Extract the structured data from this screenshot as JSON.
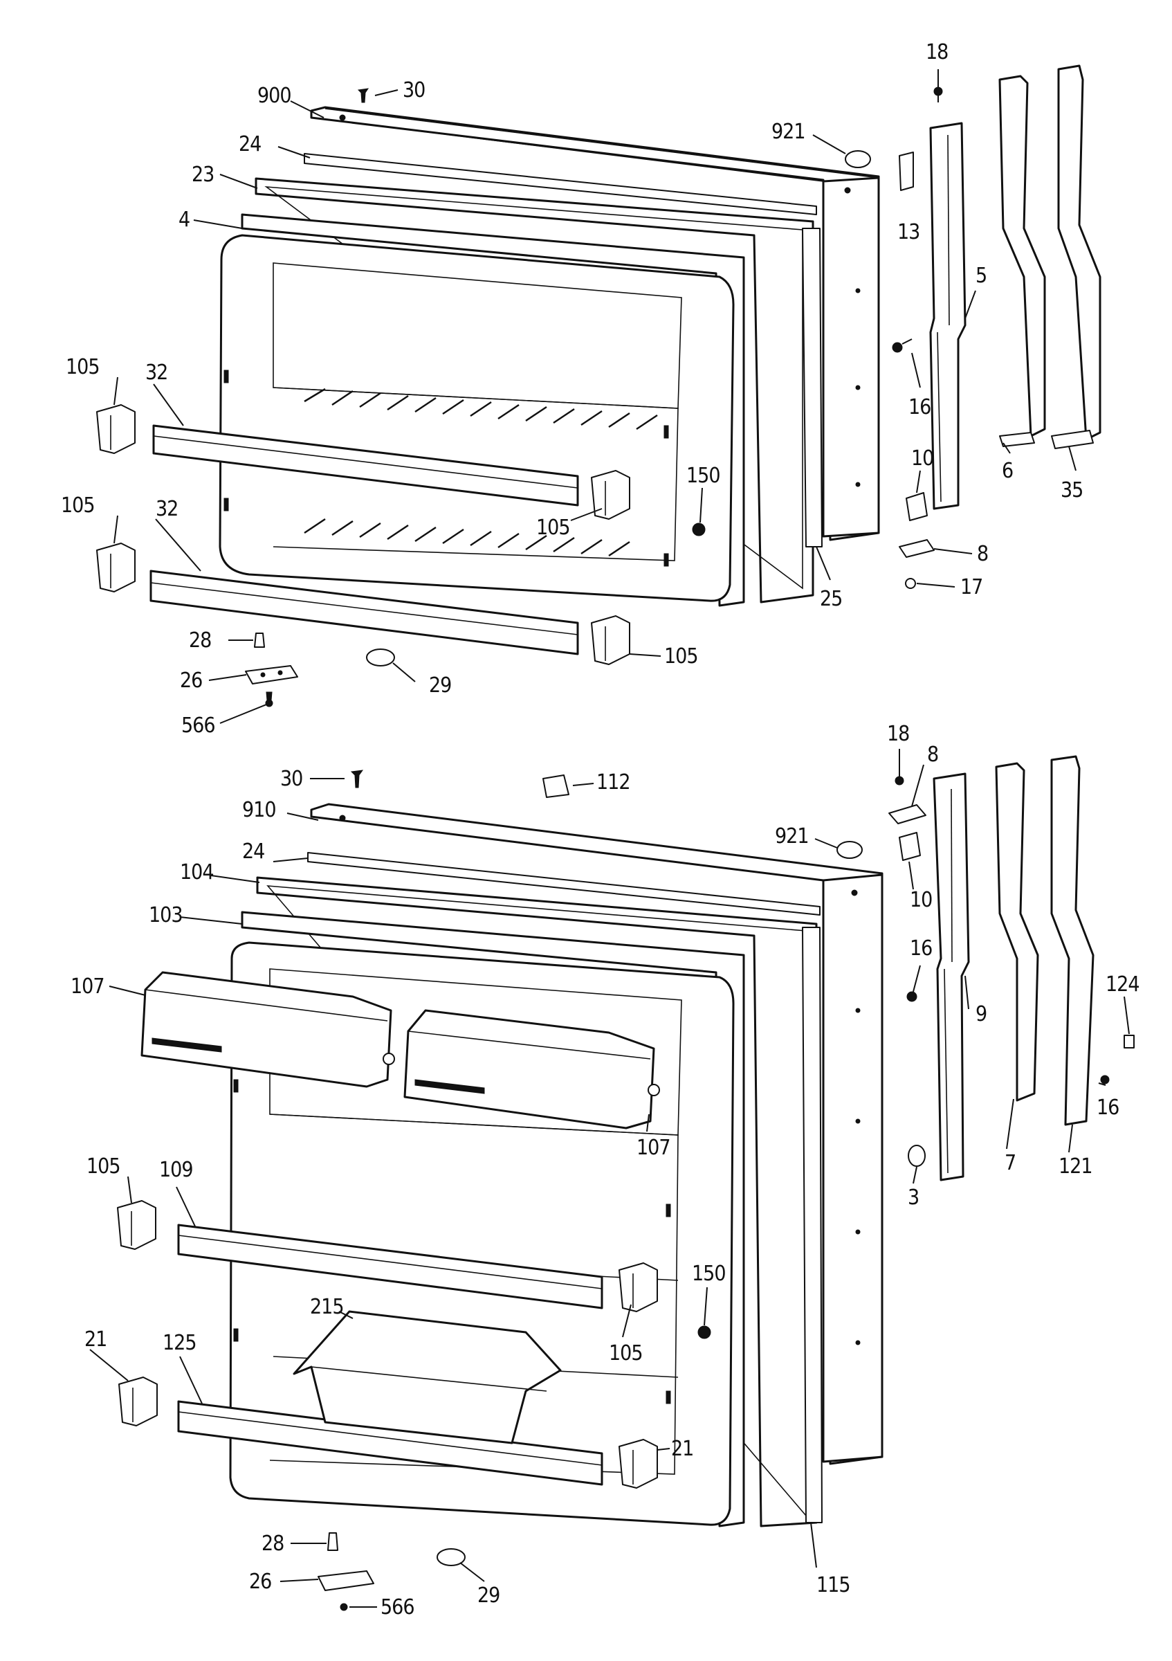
{
  "colors": {
    "ink": "#111111",
    "paper": "#ffffff"
  },
  "freezer_door": {
    "labels": {
      "p900": "900",
      "p30": "30",
      "p24": "24",
      "p921": "921",
      "p23": "23",
      "p4": "4",
      "p18": "18",
      "p13": "13",
      "p5": "5",
      "p16": "16",
      "p10": "10",
      "p6": "6",
      "p35": "35",
      "p105a": "105",
      "p32a": "32",
      "p105b": "105",
      "p32b": "32",
      "p105c": "105",
      "p150": "150",
      "p25": "25",
      "p8": "8",
      "p17": "17",
      "p28": "28",
      "p26": "26",
      "p566": "566",
      "p29": "29",
      "p105d": "105"
    }
  },
  "fresh_food_door": {
    "labels": {
      "p30": "30",
      "p112": "112",
      "p18": "18",
      "p8": "8",
      "p910": "910",
      "p921": "921",
      "p24": "24",
      "p10": "10",
      "p104": "104",
      "p103": "103",
      "p16a": "16",
      "p124": "124",
      "p107a": "107",
      "p9": "9",
      "p16b": "16",
      "p107b": "107",
      "p7": "7",
      "p121": "121",
      "p3": "3",
      "p105a": "105",
      "p109": "109",
      "p150": "150",
      "p215": "215",
      "p105b": "105",
      "p21a": "21",
      "p125": "125",
      "p21b": "21",
      "p28": "28",
      "p115": "115",
      "p26": "26",
      "p29": "29",
      "p566": "566"
    }
  }
}
